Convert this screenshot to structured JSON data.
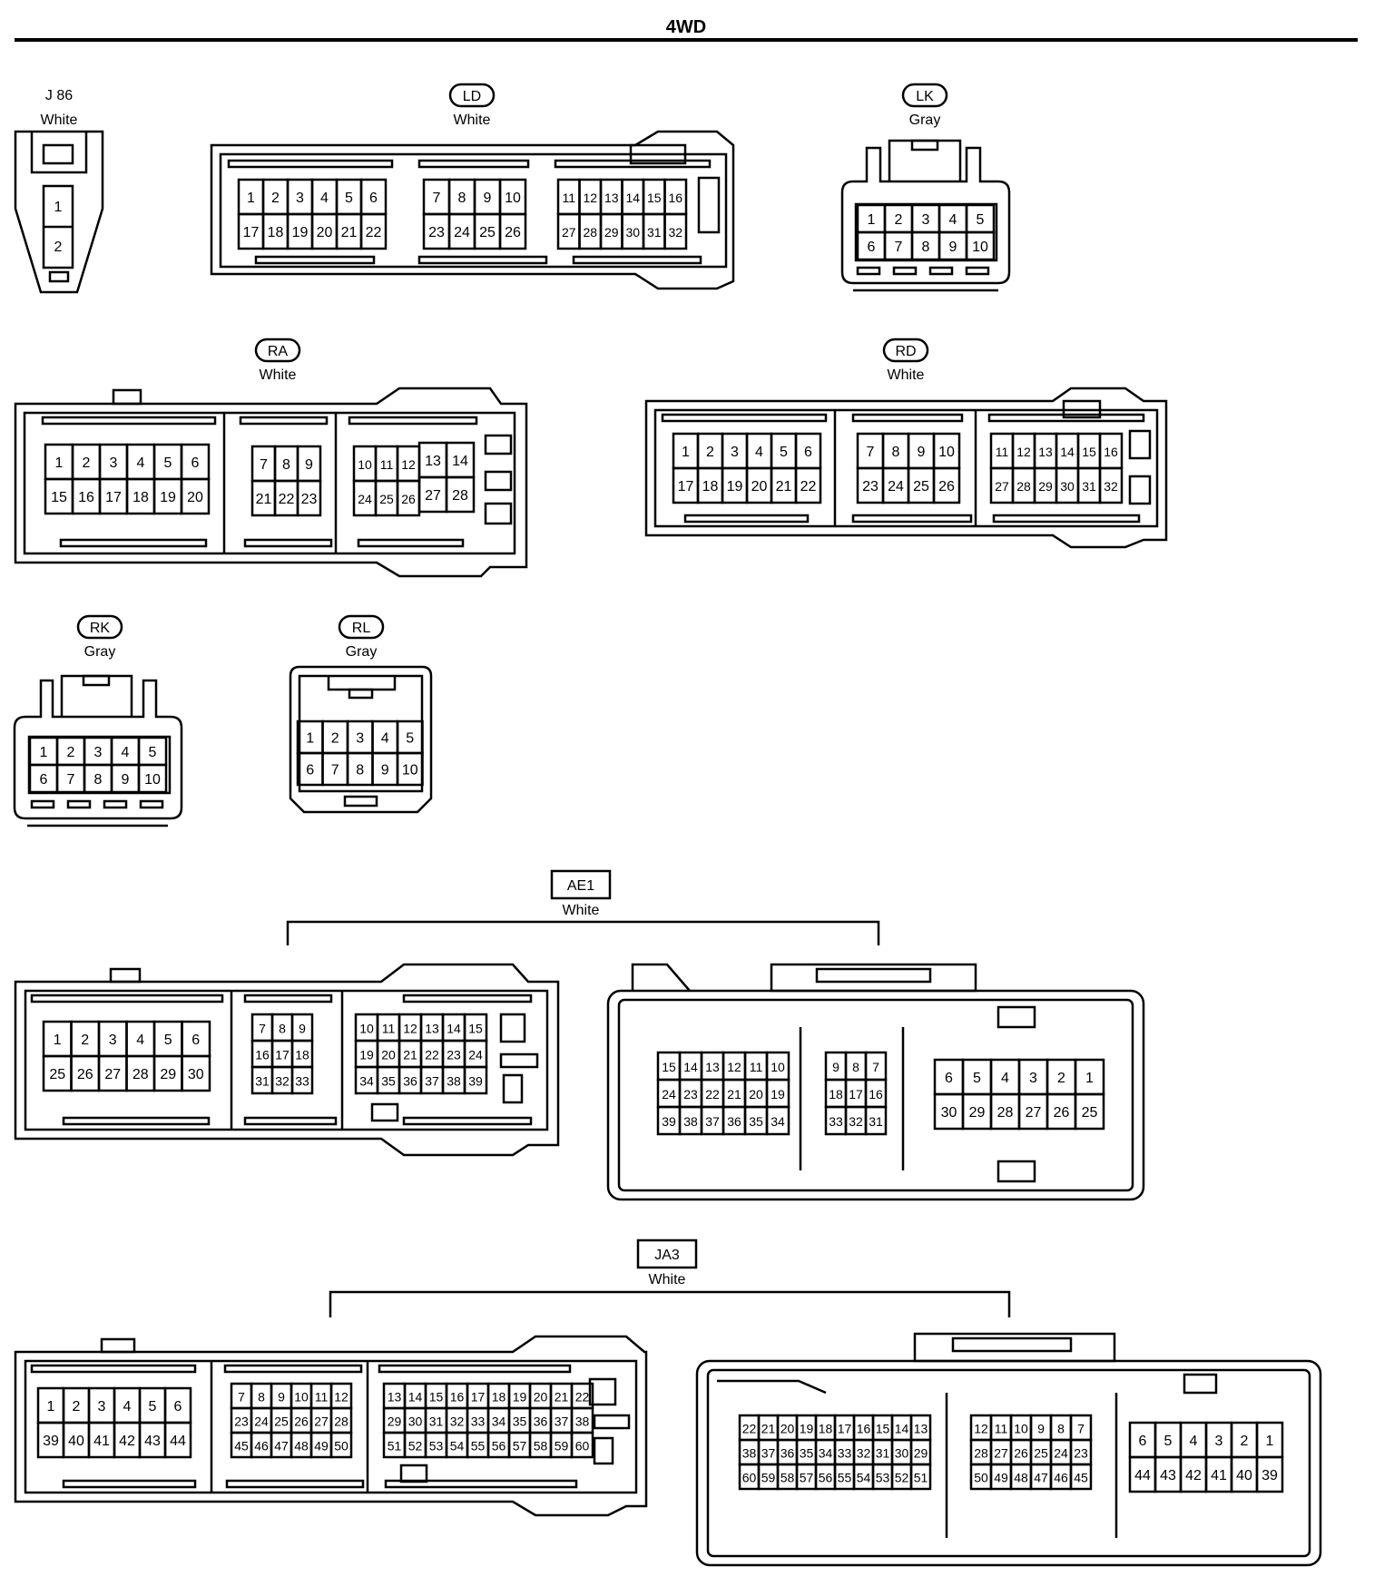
{
  "page_title": "4WD",
  "connectors": {
    "j86": {
      "name": "J 86",
      "color": "White",
      "pins": [
        "1",
        "2"
      ]
    },
    "ld": {
      "name": "LD",
      "color": "White",
      "block1": [
        [
          "1",
          "2",
          "3",
          "4",
          "5",
          "6"
        ],
        [
          "17",
          "18",
          "19",
          "20",
          "21",
          "22"
        ]
      ],
      "block2": [
        [
          "7",
          "8",
          "9",
          "10"
        ],
        [
          "23",
          "24",
          "25",
          "26"
        ]
      ],
      "block3": [
        [
          "11",
          "12",
          "13",
          "14",
          "15",
          "16"
        ],
        [
          "27",
          "28",
          "29",
          "30",
          "31",
          "32"
        ]
      ]
    },
    "lk": {
      "name": "LK",
      "color": "Gray",
      "pins": [
        [
          "1",
          "2",
          "3",
          "4",
          "5"
        ],
        [
          "6",
          "7",
          "8",
          "9",
          "10"
        ]
      ]
    },
    "ra": {
      "name": "RA",
      "color": "White",
      "block1": [
        [
          "1",
          "2",
          "3",
          "4",
          "5",
          "6"
        ],
        [
          "15",
          "16",
          "17",
          "18",
          "19",
          "20"
        ]
      ],
      "block2": [
        [
          "7",
          "8",
          "9"
        ],
        [
          "21",
          "22",
          "23"
        ]
      ],
      "block3a": [
        [
          "10",
          "11",
          "12"
        ],
        [
          "24",
          "25",
          "26"
        ]
      ],
      "block3b": [
        [
          "13",
          "14"
        ],
        [
          "27",
          "28"
        ]
      ]
    },
    "rd": {
      "name": "RD",
      "color": "White",
      "block1": [
        [
          "1",
          "2",
          "3",
          "4",
          "5",
          "6"
        ],
        [
          "17",
          "18",
          "19",
          "20",
          "21",
          "22"
        ]
      ],
      "block2": [
        [
          "7",
          "8",
          "9",
          "10"
        ],
        [
          "23",
          "24",
          "25",
          "26"
        ]
      ],
      "block3": [
        [
          "11",
          "12",
          "13",
          "14",
          "15",
          "16"
        ],
        [
          "27",
          "28",
          "29",
          "30",
          "31",
          "32"
        ]
      ]
    },
    "rk": {
      "name": "RK",
      "color": "Gray",
      "pins": [
        [
          "1",
          "2",
          "3",
          "4",
          "5"
        ],
        [
          "6",
          "7",
          "8",
          "9",
          "10"
        ]
      ]
    },
    "rl": {
      "name": "RL",
      "color": "Gray",
      "pins": [
        [
          "1",
          "2",
          "3",
          "4",
          "5"
        ],
        [
          "6",
          "7",
          "8",
          "9",
          "10"
        ]
      ]
    },
    "ae1": {
      "name": "AE1",
      "color": "White",
      "left_block1": [
        [
          "1",
          "2",
          "3",
          "4",
          "5",
          "6"
        ],
        [
          "25",
          "26",
          "27",
          "28",
          "29",
          "30"
        ]
      ],
      "left_block2": [
        [
          "7",
          "8",
          "9"
        ],
        [
          "16",
          "17",
          "18"
        ],
        [
          "31",
          "32",
          "33"
        ]
      ],
      "left_block3": [
        [
          "10",
          "11",
          "12",
          "13",
          "14",
          "15"
        ],
        [
          "19",
          "20",
          "21",
          "22",
          "23",
          "24"
        ],
        [
          "34",
          "35",
          "36",
          "37",
          "38",
          "39"
        ]
      ],
      "right_block1": [
        [
          "15",
          "14",
          "13",
          "12",
          "11",
          "10"
        ],
        [
          "24",
          "23",
          "22",
          "21",
          "20",
          "19"
        ],
        [
          "39",
          "38",
          "37",
          "36",
          "35",
          "34"
        ]
      ],
      "right_block2": [
        [
          "9",
          "8",
          "7"
        ],
        [
          "18",
          "17",
          "16"
        ],
        [
          "33",
          "32",
          "31"
        ]
      ],
      "right_block3": [
        [
          "6",
          "5",
          "4",
          "3",
          "2",
          "1"
        ],
        [
          "30",
          "29",
          "28",
          "27",
          "26",
          "25"
        ]
      ]
    },
    "ja3": {
      "name": "JA3",
      "color": "White",
      "left_block1": [
        [
          "1",
          "2",
          "3",
          "4",
          "5",
          "6"
        ],
        [
          "39",
          "40",
          "41",
          "42",
          "43",
          "44"
        ]
      ],
      "left_block2": [
        [
          "7",
          "8",
          "9",
          "10",
          "11",
          "12"
        ],
        [
          "23",
          "24",
          "25",
          "26",
          "27",
          "28"
        ],
        [
          "45",
          "46",
          "47",
          "48",
          "49",
          "50"
        ]
      ],
      "left_block3": [
        [
          "13",
          "14",
          "15",
          "16",
          "17",
          "18",
          "19",
          "20",
          "21",
          "22"
        ],
        [
          "29",
          "30",
          "31",
          "32",
          "33",
          "34",
          "35",
          "36",
          "37",
          "38"
        ],
        [
          "51",
          "52",
          "53",
          "54",
          "55",
          "56",
          "57",
          "58",
          "59",
          "60"
        ]
      ],
      "right_block1": [
        [
          "22",
          "21",
          "20",
          "19",
          "18",
          "17",
          "16",
          "15",
          "14",
          "13"
        ],
        [
          "38",
          "37",
          "36",
          "35",
          "34",
          "33",
          "32",
          "31",
          "30",
          "29"
        ],
        [
          "60",
          "59",
          "58",
          "57",
          "56",
          "55",
          "54",
          "53",
          "52",
          "51"
        ]
      ],
      "right_block2": [
        [
          "12",
          "11",
          "10",
          "9",
          "8",
          "7"
        ],
        [
          "28",
          "27",
          "26",
          "25",
          "24",
          "23"
        ],
        [
          "50",
          "49",
          "48",
          "47",
          "46",
          "45"
        ]
      ],
      "right_block3": [
        [
          "6",
          "5",
          "4",
          "3",
          "2",
          "1"
        ],
        [
          "44",
          "43",
          "42",
          "41",
          "40",
          "39"
        ]
      ]
    }
  }
}
